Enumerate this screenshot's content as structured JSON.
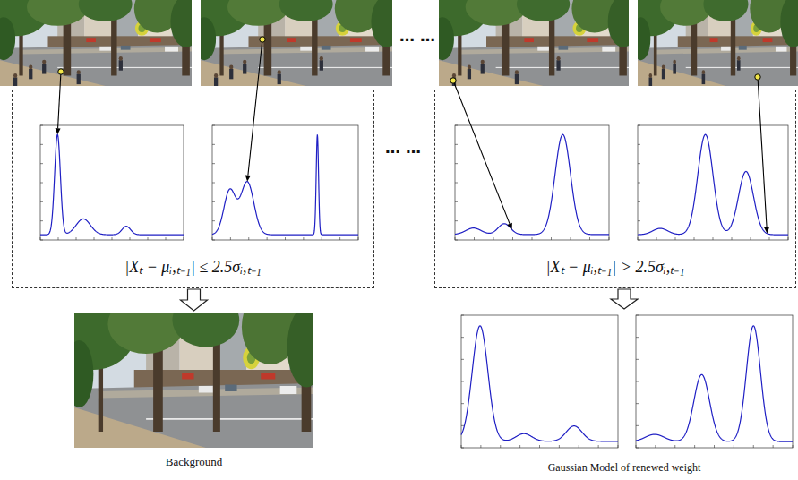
{
  "diagram": {
    "nodes": [
      {
        "text": [
          "|Xₜ − μᵢ,ₜ₋₁| ≤ 2.5σᵢ,ₜ₋₁"
        ]
      },
      {
        "text": [
          "|Xₜ − μᵢ,ₜ₋₁| > 2.5σᵢ,ₜ₋₁"
        ]
      },
      {
        "text": [
          "Background"
        ]
      },
      {
        "text": [
          "Gaussian Model of renewed weight"
        ]
      }
    ],
    "edges": [
      {
        "from": 0,
        "to": 2,
        "arrow": "to"
      },
      {
        "from": 1,
        "to": 3,
        "arrow": "to"
      }
    ],
    "labels": [
      "… …",
      "… …"
    ]
  }
}
